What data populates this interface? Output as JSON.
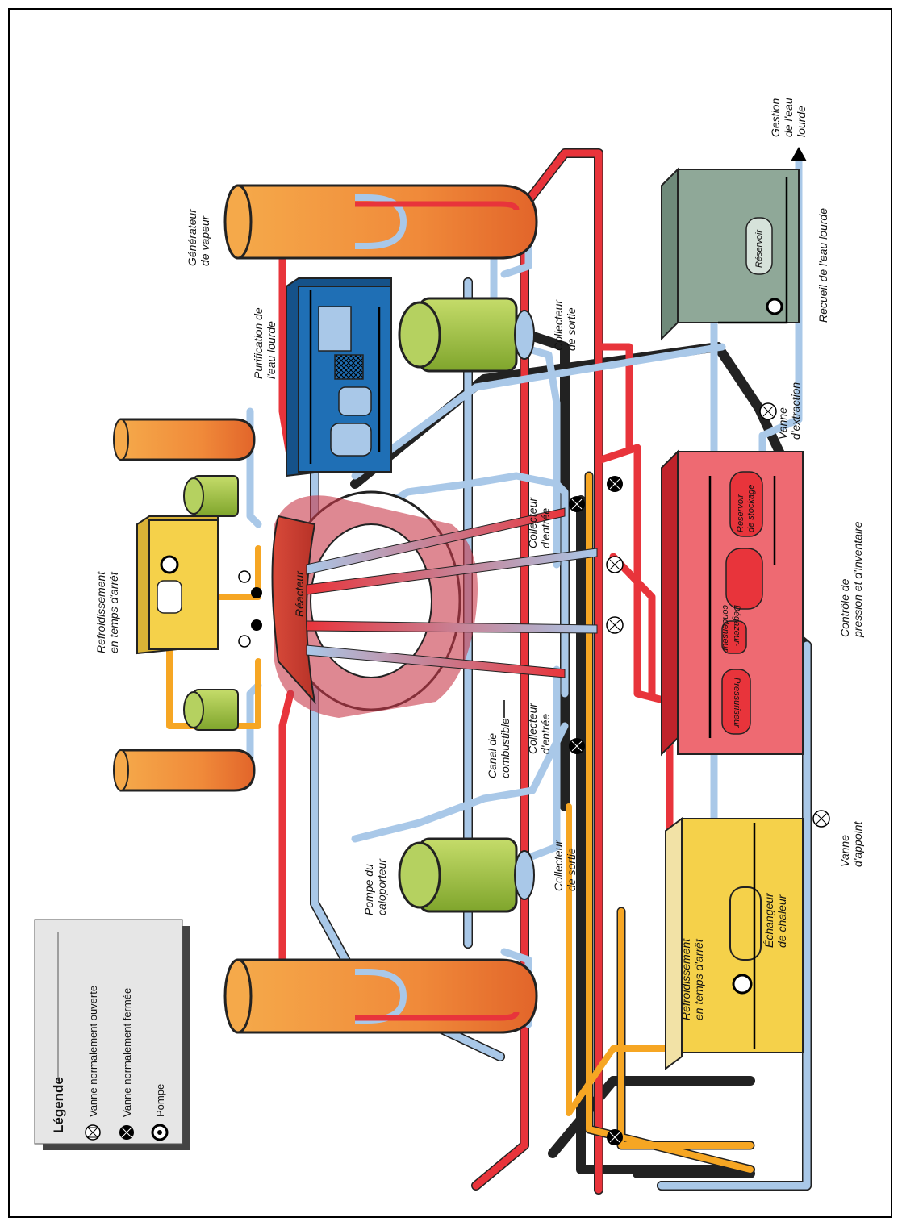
{
  "labels": {
    "generateur_vapeur": [
      "Générateur",
      "de vapeur"
    ],
    "purification": [
      "Purification de",
      "l'eau lourde"
    ],
    "collecteur_sortie_top": [
      "Collecteur",
      "de sortie"
    ],
    "collecteur_sortie_bottom": [
      "Collecteur",
      "de sortie"
    ],
    "collecteur_entree_top": [
      "Collecteur",
      "d'entrée"
    ],
    "collecteur_entree_bottom": [
      "Collecteur",
      "d'entrée"
    ],
    "gestion": [
      "Gestion",
      "de l'eau",
      "lourde"
    ],
    "recueil": "Recueil de l'eau lourde",
    "reservoir_recueil": "Réservoir",
    "vanne_extraction": [
      "Vanne",
      "d'extraction"
    ],
    "controle": [
      "Contrôle de",
      "pression et d'inventaire"
    ],
    "reservoir_stockage": [
      "Réservoir",
      "de stockage"
    ],
    "degazeur": [
      "Dégazeur-",
      "condenseur"
    ],
    "pressuriseur": "Pressuriseur",
    "vanne_appoint": [
      "Vanne",
      "d'appoint"
    ],
    "refroid_left": [
      "Refroidissement",
      "en temps d'arrêt"
    ],
    "refroid_right": [
      "Refroidissement",
      "en temps d'arrêt"
    ],
    "echangeur": [
      "Échangeur",
      "de chaleur"
    ],
    "reacteur": "Réacteur",
    "canal": [
      "Canal de",
      "combustible"
    ],
    "pompe_caloporteur": [
      "Pompe du",
      "caloporteur"
    ]
  },
  "legend": {
    "title": "Légende",
    "items": [
      {
        "label": "Vanne normalement ouverte",
        "icon": "open-valve-icon"
      },
      {
        "label": "Vanne normalement fermée",
        "icon": "closed-valve-icon"
      },
      {
        "label": "Pompe",
        "icon": "pump-icon"
      }
    ]
  },
  "colors": {
    "hot": "#e8343b",
    "cold": "#a9c8e8",
    "shutdown": "#f6a623",
    "purification": "#1f6fb5",
    "pump": "#9cc23a",
    "steam_gen": "#f08a3a",
    "collection": "#8fa898",
    "control": "#e8404a",
    "shutdown_box": "#f5d14a"
  }
}
